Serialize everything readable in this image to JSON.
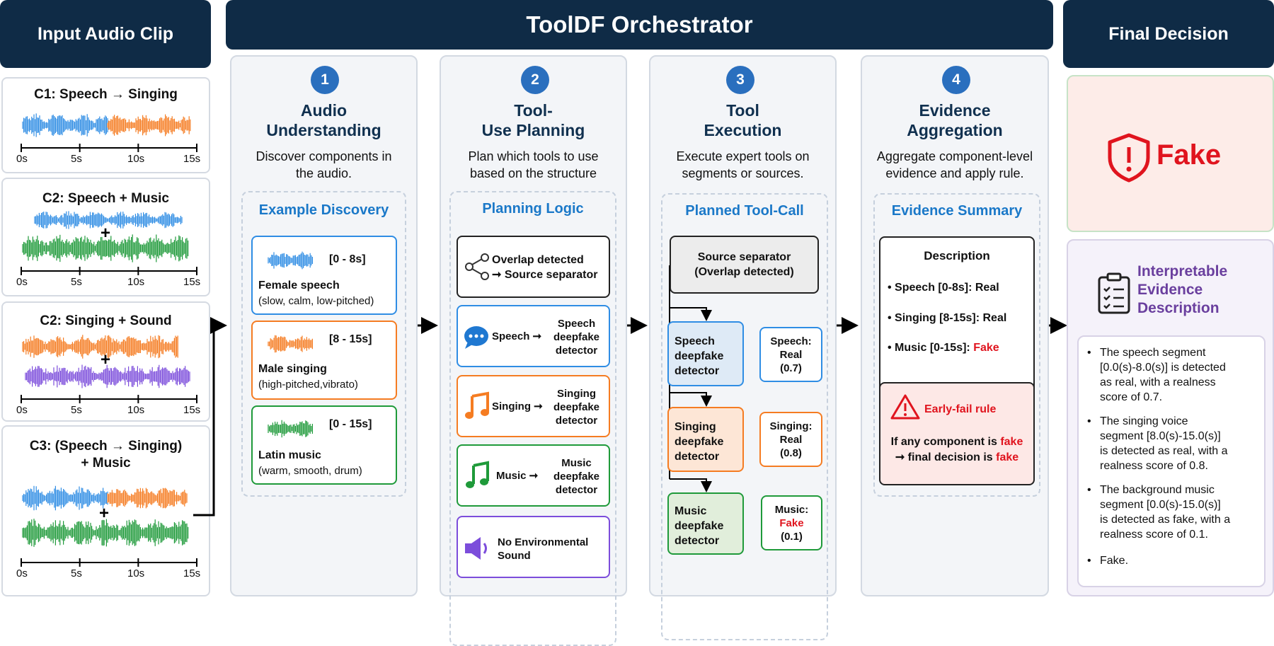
{
  "headers": {
    "input": "Input Audio Clip",
    "orchestrator": "ToolDF Orchestrator",
    "final": "Final Decision"
  },
  "clips": [
    {
      "title": "C1: Speech → Singing"
    },
    {
      "title": "C2: Speech + Music"
    },
    {
      "title": "C2: Singing + Sound"
    },
    {
      "title": "C3: (Speech → Singing)",
      "title2": "+ Music"
    }
  ],
  "axis": {
    "t0": "0s",
    "t1": "5s",
    "t2": "10s",
    "t3": "15s"
  },
  "steps": [
    {
      "num": "1",
      "title1": "Audio",
      "title2": "Understanding",
      "desc1": "Discover components in",
      "desc2": "the audio.",
      "box_title": "Example Discovery",
      "items": [
        {
          "range": "[0 - 8s]",
          "label": "Female speech",
          "detail": "(slow, calm, low-pitched)"
        },
        {
          "range": "[8 - 15s]",
          "label": "Male singing",
          "detail": "(high-pitched,vibrato)"
        },
        {
          "range": "[0 - 15s]",
          "label": "Latin music",
          "detail": "(warm, smooth, drum)"
        }
      ]
    },
    {
      "num": "2",
      "title1": "Tool-",
      "title2": "Use",
      "title3": "Planning",
      "desc1": "Plan which tools to use",
      "desc2": "based on the structure",
      "box_title": "Planning Logic",
      "overlap1": "Overlap detected",
      "overlap2": "➞ Source separator",
      "rules": [
        {
          "src": "Speech",
          "d1": "Speech",
          "d2": "deepfake",
          "d3": "detector"
        },
        {
          "src": "Singing",
          "d1": "Singing",
          "d2": "deepfake",
          "d3": "detector"
        },
        {
          "src": "Music",
          "d1": "Music",
          "d2": "deepfake",
          "d3": "detector"
        }
      ],
      "noenv1": "No Environmental",
      "noenv2": "Sound"
    },
    {
      "num": "3",
      "title1": "Tool",
      "title2": "Execution",
      "desc1": "Execute expert tools on",
      "desc2": "segments or sources.",
      "box_title": "Planned Tool-Call",
      "sep1": "Source separator",
      "sep2": "(Overlap detected)",
      "detectors": [
        {
          "l1": "Speech",
          "l2": "deepfake",
          "l3": "detector",
          "r1": "Speech:",
          "r2": "Real",
          "r3": "(0.7)"
        },
        {
          "l1": "Singing",
          "l2": "deepfake",
          "l3": "detector",
          "r1": "Singing:",
          "r2": "Real",
          "r3": "(0.8)"
        },
        {
          "l1": "Music",
          "l2": "deepfake",
          "l3": "detector",
          "r1": "Music:",
          "r2": "Fake",
          "r3": "(0.1)"
        }
      ]
    },
    {
      "num": "4",
      "title1": "Evidence",
      "title2": "Aggregation",
      "desc1": "Aggregate component-level",
      "desc2": "evidence and apply rule.",
      "box_title": "Evidence Summary",
      "desc_title": "Description",
      "evidence": [
        {
          "text": "Speech [0-8s]: ",
          "verdict": "Real"
        },
        {
          "text": "Singing [8-15s]: ",
          "verdict": "Real"
        },
        {
          "text": "Music [0-15s]: ",
          "verdict": "Fake"
        }
      ],
      "rule_title": "Early-fail rule",
      "rule_a": "If any component is ",
      "rule_b": "fake",
      "rule_c": "➞ final decision is ",
      "rule_d": "fake"
    }
  ],
  "final": {
    "verdict": "Fake",
    "interp1": "Interpretable",
    "interp2": "Evidence",
    "interp3": "Description",
    "bullets": [
      [
        "The speech segment",
        "[0.0(s)-8.0(s)] is detected",
        "as real, with a realness",
        "score of 0.7."
      ],
      [
        "The singing voice",
        "segment [8.0(s)-15.0(s)]",
        "is detected as real, with a",
        "realness score of 0.8."
      ],
      [
        "The background music",
        "segment [0.0(s)-15.0(s)]",
        "is detected as fake, with a",
        "realness score of 0.1."
      ],
      [
        "Fake."
      ]
    ]
  },
  "colors": {
    "navy": "#0f2b46",
    "blue": "#2f8de4",
    "orange": "#f57c22",
    "green": "#1f9a3a",
    "purple": "#7c4ddb",
    "red": "#e0141e"
  }
}
